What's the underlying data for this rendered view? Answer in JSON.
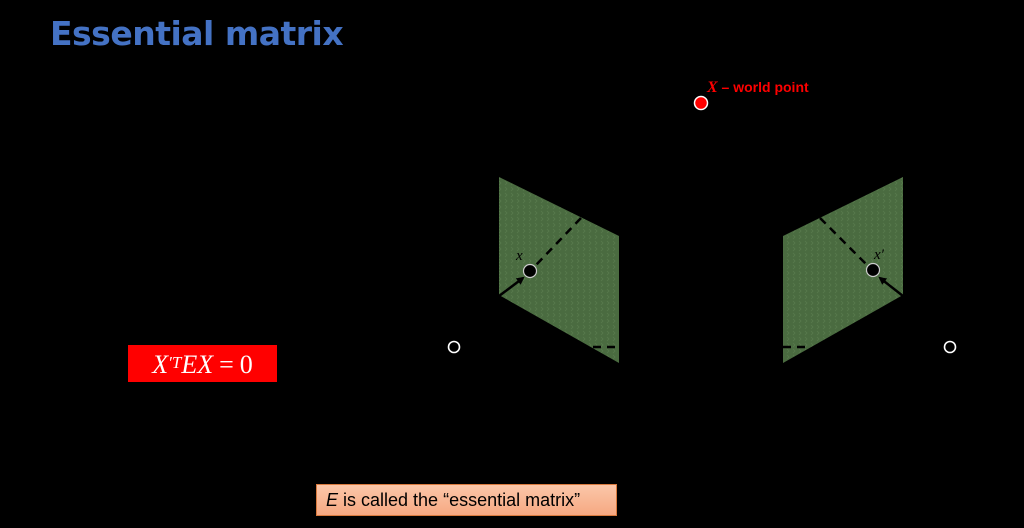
{
  "slide": {
    "title": "Essential matrix",
    "title_color": "#4472C4",
    "background_color": "#000000"
  },
  "world_point": {
    "symbol": "X",
    "label": " – world point",
    "color": "#FF0000"
  },
  "image_planes": {
    "fill_color": "#4A6B40",
    "left": {
      "point_label": "x",
      "name": "left image plane"
    },
    "right": {
      "point_label": "x′",
      "name": "right image plane"
    }
  },
  "camera_centers": {
    "left": "camera-center-left",
    "right": "camera-center-right"
  },
  "equation": {
    "lhs_base": "X",
    "lhs_sup": "′T",
    "middle": "EX",
    "operator": "=",
    "rhs": "0",
    "background_color": "#FF0000"
  },
  "caption": {
    "symbol": "E",
    "text": "is called the “essential matrix”"
  }
}
